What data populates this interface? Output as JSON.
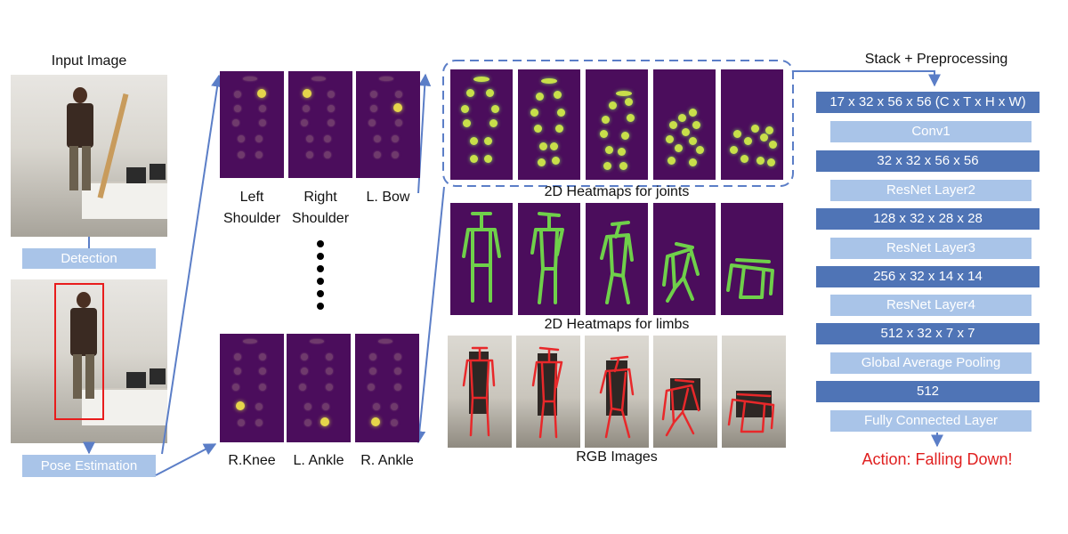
{
  "left": {
    "input_title": "Input Image",
    "detection_label": "Detection",
    "pose_label": "Pose Estimation"
  },
  "heatmaps": {
    "top_labels": [
      {
        "line1": "Left",
        "line2": "Shoulder"
      },
      {
        "line1": "Right",
        "line2": "Shoulder"
      },
      {
        "line1": "L. Bow",
        "line2": ""
      }
    ],
    "bottom_labels": [
      "R.Knee",
      "L. Ankle",
      "R. Ankle"
    ]
  },
  "sequence": {
    "joints_caption": "2D Heatmaps for joints",
    "limbs_caption": "2D Heatmaps for limbs",
    "rgb_caption": "RGB Images"
  },
  "network": {
    "title": "Stack + Preprocessing",
    "layers": [
      "17 x 32 x 56 x 56 (C x T x H x W)",
      "Conv1",
      "32 x 32 x 56 x 56",
      "ResNet Layer2",
      "128 x 32 x 28 x 28",
      "ResNet Layer3",
      "256 x 32 x 14 x 14",
      "ResNet Layer4",
      "512 x 32 x 7 x 7",
      "Global Average Pooling",
      "512",
      "Fully Connected Layer"
    ],
    "output": "Action: Falling Down!"
  },
  "colors": {
    "dark_box": "#4f74b6",
    "light_box": "#a9c4e8",
    "arrow": "#5b7ec7",
    "output_text": "#e02020",
    "heatmap_bg": "#4b0d5c",
    "hot_joint": "#e6d54b",
    "limb": "#6fd04a",
    "skeleton": "#e8282a"
  }
}
